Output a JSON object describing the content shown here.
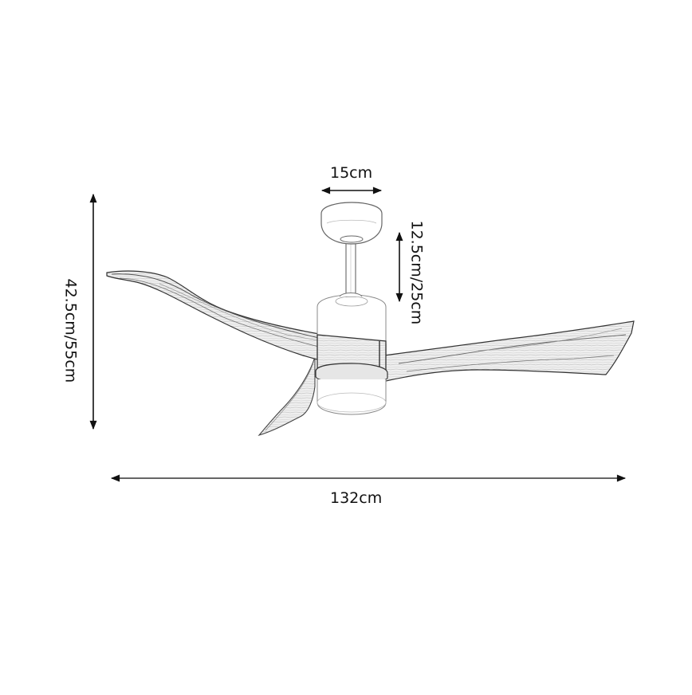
{
  "diagram": {
    "subject": "Ceiling fan with light",
    "colors": {
      "background": "#ffffff",
      "line": "#111111",
      "sketch": "#555555",
      "wood_fill": "#ececec"
    },
    "dimensions": {
      "canopy_width": {
        "label": "15cm",
        "orientation": "horizontal"
      },
      "downrod_length": {
        "label": "12.5cm/25cm",
        "orientation": "vertical"
      },
      "total_height": {
        "label": "42.5cm/55cm",
        "orientation": "vertical"
      },
      "blade_span": {
        "label": "132cm",
        "orientation": "horizontal"
      }
    },
    "components": [
      {
        "name": "canopy"
      },
      {
        "name": "downrod"
      },
      {
        "name": "motor-housing"
      },
      {
        "name": "blade-left"
      },
      {
        "name": "blade-right"
      },
      {
        "name": "blade-front"
      },
      {
        "name": "light-kit"
      }
    ]
  }
}
